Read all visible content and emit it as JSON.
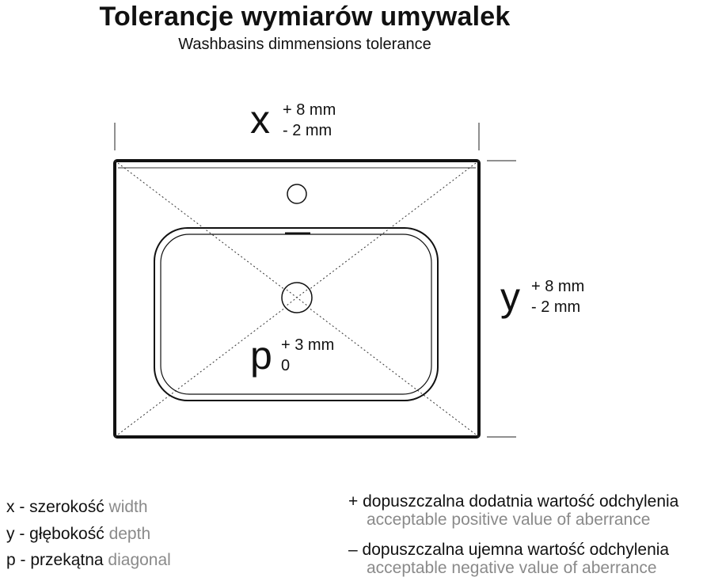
{
  "title": "Tolerancje wymiarów umywalek",
  "subtitle": "Washbasins dimmensions tolerance",
  "dimensions": {
    "x": {
      "symbol": "x",
      "plus": "+ 8 mm",
      "minus": "- 2 mm"
    },
    "y": {
      "symbol": "y",
      "plus": "+ 8 mm",
      "minus": "- 2 mm"
    },
    "p": {
      "symbol": "p",
      "plus": "+ 3 mm",
      "minus": "0"
    }
  },
  "legend_left": [
    {
      "key": "x - szerokość",
      "en": "width"
    },
    {
      "key": "y - głębokość",
      "en": "depth"
    },
    {
      "key": "p - przekątna",
      "en": "diagonal"
    }
  ],
  "legend_right": [
    {
      "sign": "+",
      "pl": "dopuszczalna dodatnia wartość odchylenia",
      "en": "acceptable positive value of aberrance"
    },
    {
      "sign": "–",
      "pl": "dopuszczalna ujemna wartość odchylenia",
      "en": "acceptable negative value of aberrance"
    }
  ]
}
